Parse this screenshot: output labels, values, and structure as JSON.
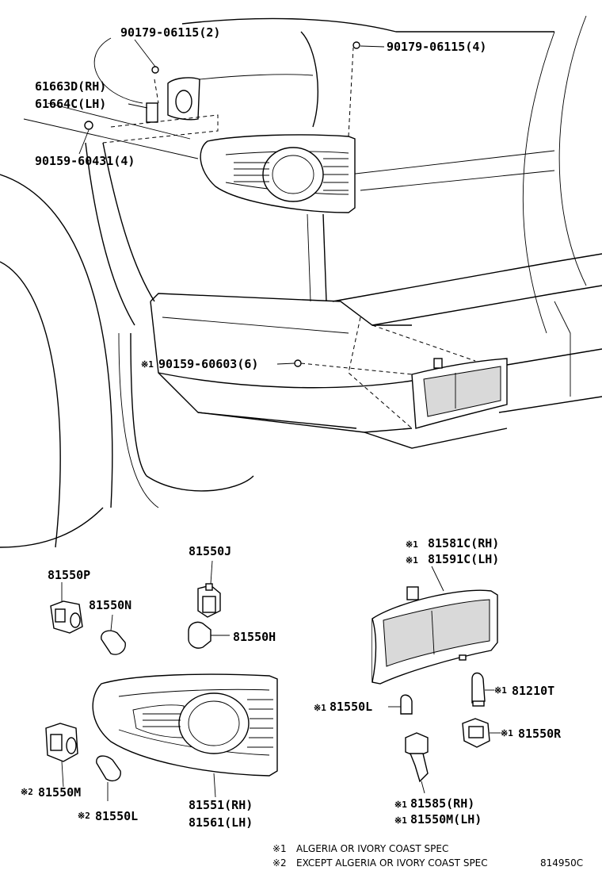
{
  "labels": {
    "bolt_top_left": "90179-06115(2)",
    "bolt_top_right": "90179-06115(4)",
    "socket_rh": "61663D(RH)",
    "socket_lh": "61664C(LH)",
    "screw_left": "90159-60431(4)",
    "screw_bumper_mark": "※1",
    "screw_bumper": "90159-60603(6)",
    "part_81550J": "81550J",
    "part_81550P": "81550P",
    "part_81550N": "81550N",
    "part_81550H": "81550H",
    "lamp_rh_mark": "※1",
    "lamp_rh": "81581C(RH)",
    "lamp_lh_mark": "※1",
    "lamp_lh": "81591C(LH)",
    "bulb_81210T_mark": "※1",
    "bulb_81210T": "81210T",
    "bulb_81550L_mark": "※1",
    "bulb_81550L": "81550L",
    "socket_81550R_mark": "※1",
    "socket_81550R": "81550R",
    "socket_81550M_mark": "※2",
    "socket_81550M": "81550M",
    "bulb_81550L2_mark": "※2",
    "bulb_81550L2": "81550L",
    "lens_rh": "81551(RH)",
    "lens_lh": "81561(LH)",
    "socket_81585_mark": "※1",
    "socket_81585": "81585(RH)",
    "socket_81550M2_mark": "※1",
    "socket_81550M2": "81550M(LH)"
  },
  "notes": [
    {
      "mark": "※1",
      "text": "ALGERIA OR IVORY COAST SPEC"
    },
    {
      "mark": "※2",
      "text": "EXCEPT ALGERIA OR IVORY COAST SPEC"
    }
  ],
  "figure_code": "814950C"
}
